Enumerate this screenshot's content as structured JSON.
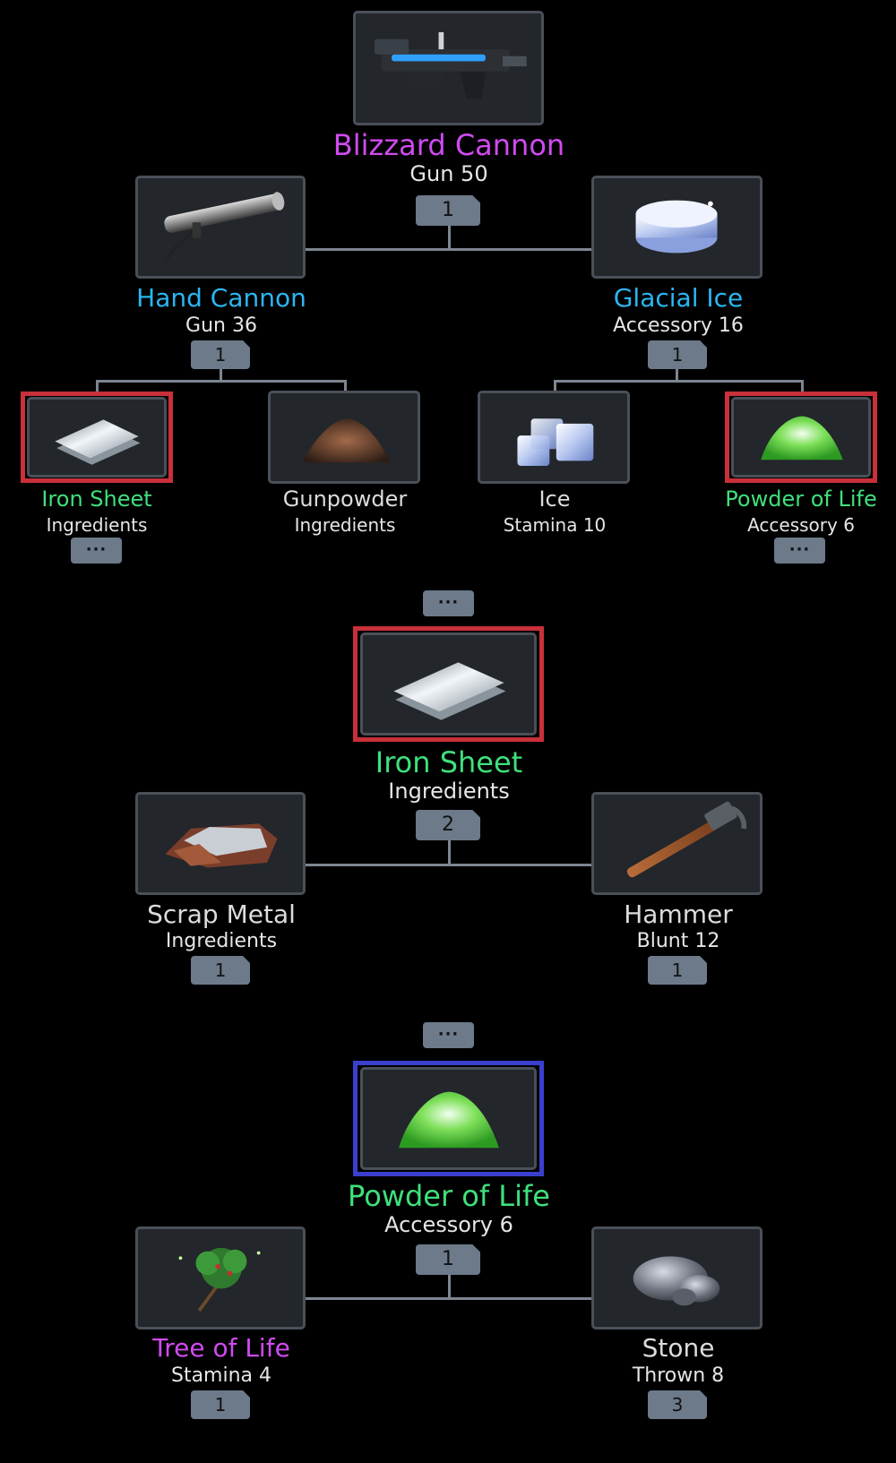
{
  "colors": {
    "purple": "#d04bf0",
    "blue": "#2bb6f2",
    "green": "#3fe07c",
    "white": "#dcdcdc"
  },
  "tree1": {
    "root": {
      "name": "Blizzard Cannon",
      "sub": "Gun 50",
      "badge": "1",
      "icon": "blizzard-cannon-icon"
    },
    "left": {
      "name": "Hand Cannon",
      "sub": "Gun 36",
      "badge": "1",
      "icon": "hand-cannon-icon"
    },
    "right": {
      "name": "Glacial Ice",
      "sub": "Accessory 16",
      "badge": "1",
      "icon": "glacial-ice-icon"
    },
    "leaves": [
      {
        "name": "Iron Sheet",
        "sub": "Ingredients",
        "icon": "iron-sheet-icon",
        "more": "···"
      },
      {
        "name": "Gunpowder",
        "sub": "Ingredients",
        "icon": "gunpowder-icon"
      },
      {
        "name": "Ice",
        "sub": "Stamina 10",
        "icon": "ice-icon"
      },
      {
        "name": "Powder of Life",
        "sub": "Accessory 6",
        "icon": "powder-icon",
        "more": "···"
      }
    ]
  },
  "tree2": {
    "more": "···",
    "root": {
      "name": "Iron Sheet",
      "sub": "Ingredients",
      "badge": "2",
      "icon": "iron-sheet-icon"
    },
    "left": {
      "name": "Scrap Metal",
      "sub": "Ingredients",
      "badge": "1",
      "icon": "scrap-metal-icon"
    },
    "right": {
      "name": "Hammer",
      "sub": "Blunt 12",
      "badge": "1",
      "icon": "hammer-icon"
    }
  },
  "tree3": {
    "more": "···",
    "root": {
      "name": "Powder of Life",
      "sub": "Accessory 6",
      "badge": "1",
      "icon": "powder-icon"
    },
    "left": {
      "name": "Tree of Life",
      "sub": "Stamina 4",
      "badge": "1",
      "icon": "tree-of-life-icon"
    },
    "right": {
      "name": "Stone",
      "sub": "Thrown 8",
      "badge": "3",
      "icon": "stone-icon"
    }
  }
}
